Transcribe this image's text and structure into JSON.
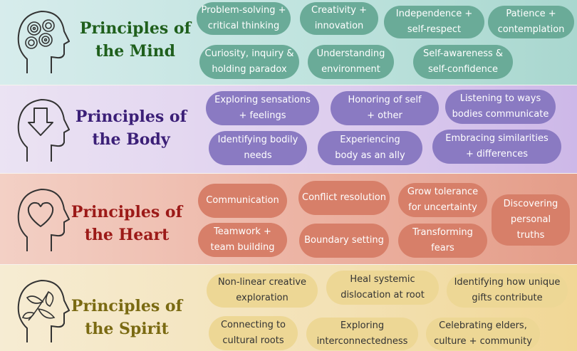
{
  "sections": [
    {
      "id": "mind",
      "title_line1": "Principles of",
      "title_line2": "the Mind",
      "color": "#1f5f1c",
      "pill_color": "#6aab98",
      "icon": "head-spiral-icon",
      "pills": [
        [
          "Problem-solving +",
          "critical thinking"
        ],
        [
          "Creativity +",
          "innovation"
        ],
        [
          "Independence +",
          "self-respect"
        ],
        [
          "Patience +",
          "contemplation"
        ],
        [
          "Curiosity, inquiry &",
          "holding paradox"
        ],
        [
          "Understanding",
          "environment"
        ],
        [
          "Self-awareness &",
          "self-confidence"
        ]
      ]
    },
    {
      "id": "body",
      "title_line1": "Principles of",
      "title_line2": "the Body",
      "color": "#3b1f77",
      "pill_color": "#8a7ac2",
      "icon": "head-arrow-down-icon",
      "pills": [
        [
          "Exploring sensations",
          "+ feelings"
        ],
        [
          "Honoring of self",
          "+ other"
        ],
        [
          "Listening to ways",
          "bodies communicate"
        ],
        [
          "Identifying bodily",
          "needs"
        ],
        [
          "Experiencing",
          "body as an ally"
        ],
        [
          "Embracing similarities",
          "+ differences"
        ]
      ]
    },
    {
      "id": "heart",
      "title_line1": "Principles of",
      "title_line2": "the Heart",
      "color": "#9c1a18",
      "pill_color": "#d77f69",
      "icon": "head-heart-icon",
      "pills": [
        [
          "Communication"
        ],
        [
          "Conflict resolution"
        ],
        [
          "Grow tolerance",
          "for uncertainty"
        ],
        [
          "Discovering",
          "personal",
          "truths"
        ],
        [
          "Teamwork +",
          "team building"
        ],
        [
          "Boundary setting"
        ],
        [
          "Transforming",
          "fears"
        ]
      ]
    },
    {
      "id": "spirit",
      "title_line1": "Principles of",
      "title_line2": "the Spirit",
      "color": "#7a6a12",
      "pill_color": "#edd795",
      "icon": "head-leaves-icon",
      "pills": [
        [
          "Non-linear creative",
          "exploration"
        ],
        [
          "Heal systemic",
          "dislocation at root"
        ],
        [
          "Identifying how unique",
          "gifts contribute"
        ],
        [
          "Connecting to",
          "cultural roots"
        ],
        [
          "Exploring",
          "interconnectedness"
        ],
        [
          "Celebrating elders,",
          "culture + community"
        ]
      ]
    }
  ]
}
